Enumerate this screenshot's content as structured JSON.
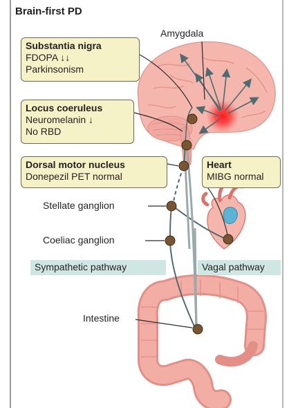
{
  "title": "Brain-first PD",
  "boxes": {
    "substantia_nigra": {
      "head": "Substantia nigra",
      "lines": [
        "FDOPA ↓↓",
        "Parkinsonism"
      ]
    },
    "locus_coeruleus": {
      "head": "Locus coeruleus",
      "lines": [
        "Neuromelanin ↓",
        "No RBD"
      ]
    },
    "dorsal_motor": {
      "head": "Dorsal motor nucleus",
      "lines": [
        "Donepezil PET normal"
      ]
    },
    "heart": {
      "head": "Heart",
      "lines": [
        "MIBG normal"
      ]
    }
  },
  "labels": {
    "amygdala": "Amygdala",
    "stellate": "Stellate ganglion",
    "coeliac": "Coeliac ganglion",
    "intestine": "Intestine"
  },
  "pathways": {
    "sympathetic": "Sympathetic pathway",
    "vagal": "Vagal pathway"
  },
  "colors": {
    "brain": "#f4b6ad",
    "brain_dark": "#e38f87",
    "box_fill": "#f5f2c8",
    "node": "#7a5532",
    "heart_blue": "#5ab4d6",
    "lesion": "#ff2020",
    "gut": "#eaa093",
    "band": "#cfe6e3"
  }
}
